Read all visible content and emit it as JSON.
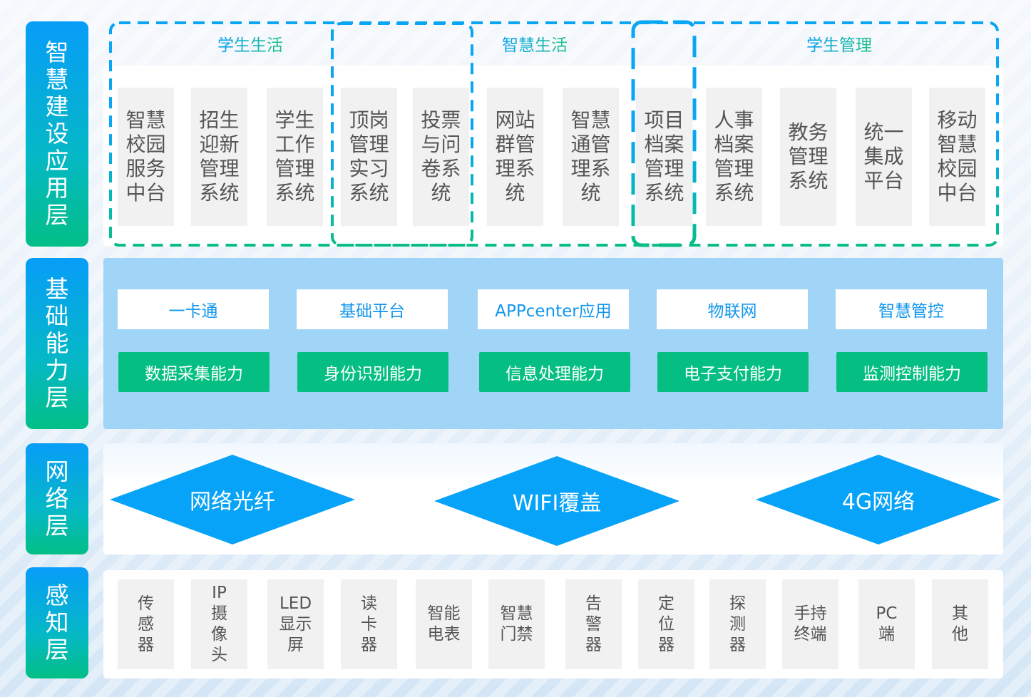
{
  "colors": {
    "label_gradient_top": "#079df8",
    "label_gradient_bottom": "#03bf86",
    "dash_blue": "#08a6f4",
    "dash_green": "#08bd84",
    "tile_bg": "#f1f1f1",
    "base_panel": "#a0d5f8",
    "capability_green": "#05bf82",
    "network_blue": "#07a3f8",
    "service_text_blue": "#1296ec"
  },
  "layers": {
    "application": {
      "label": [
        "智",
        "慧",
        "建",
        "设",
        "应",
        "用",
        "层"
      ],
      "groups": [
        {
          "title": "学生生活"
        },
        {
          "title": "智慧生活"
        },
        {
          "title": "学生管理"
        }
      ],
      "systems": [
        {
          "name": "智慧校园服务中台",
          "lines": [
            "智慧",
            "校园",
            "服务",
            "中台"
          ]
        },
        {
          "name": "招生迎新管理系统",
          "lines": [
            "招生",
            "迎新",
            "管理",
            "系统"
          ]
        },
        {
          "name": "学生工作管理系统",
          "lines": [
            "学生",
            "工作",
            "管理",
            "系统"
          ]
        },
        {
          "name": "顶岗管理实习系统",
          "lines": [
            "顶岗",
            "管理",
            "实习",
            "系统"
          ]
        },
        {
          "name": "投票与问卷系统",
          "lines": [
            "投票",
            "与问",
            "卷系",
            "统"
          ]
        },
        {
          "name": "网站群管理系统",
          "lines": [
            "网站",
            "群管",
            "理系",
            "统"
          ]
        },
        {
          "name": "智慧通管理系统",
          "lines": [
            "智慧",
            "通管",
            "理系",
            "统"
          ]
        },
        {
          "name": "项目档案管理系统",
          "lines": [
            "项目",
            "档案",
            "管理",
            "系统"
          ]
        },
        {
          "name": "人事档案管理系统",
          "lines": [
            "人事",
            "档案",
            "管理",
            "系统"
          ]
        },
        {
          "name": "教务管理系统",
          "lines": [
            "教务",
            "管理",
            "系统"
          ]
        },
        {
          "name": "统一集成平台",
          "lines": [
            "统一",
            "集成",
            "平台"
          ]
        },
        {
          "name": "移动智慧校园中台",
          "lines": [
            "移动",
            "智慧",
            "校园",
            "中台"
          ]
        }
      ]
    },
    "base": {
      "label": [
        "基",
        "础",
        "能",
        "力",
        "层"
      ],
      "services": [
        "一卡通",
        "基础平台",
        "APPcenter应用",
        "物联网",
        "智慧管控"
      ],
      "capabilities": [
        "数据采集能力",
        "身份识别能力",
        "信息处理能力",
        "电子支付能力",
        "监测控制能力"
      ]
    },
    "network": {
      "label": [
        "网",
        "络",
        "层"
      ],
      "items": [
        "网络光纤",
        "WIFI覆盖",
        "4G网络"
      ]
    },
    "perception": {
      "label": [
        "感",
        "知",
        "层"
      ],
      "devices": [
        {
          "name": "传感器",
          "lines": [
            "传",
            "感",
            "器"
          ]
        },
        {
          "name": "IP摄像头",
          "lines": [
            "IP",
            "摄",
            "像",
            "头"
          ]
        },
        {
          "name": "LED显示屏",
          "lines": [
            "LED",
            "显示",
            "屏"
          ]
        },
        {
          "name": "读卡器",
          "lines": [
            "读",
            "卡",
            "器"
          ]
        },
        {
          "name": "智能电表",
          "lines": [
            "智能",
            "电表"
          ]
        },
        {
          "name": "智慧门禁",
          "lines": [
            "智慧",
            "门禁"
          ]
        },
        {
          "name": "告警器",
          "lines": [
            "告",
            "警",
            "器"
          ]
        },
        {
          "name": "定位器",
          "lines": [
            "定",
            "位",
            "器"
          ]
        },
        {
          "name": "探测器",
          "lines": [
            "探",
            "测",
            "器"
          ]
        },
        {
          "name": "手持终端",
          "lines": [
            "手持",
            "终端"
          ]
        },
        {
          "name": "PC端",
          "lines": [
            "PC",
            "端"
          ]
        },
        {
          "name": "其他",
          "lines": [
            "其",
            "他"
          ]
        }
      ]
    }
  }
}
